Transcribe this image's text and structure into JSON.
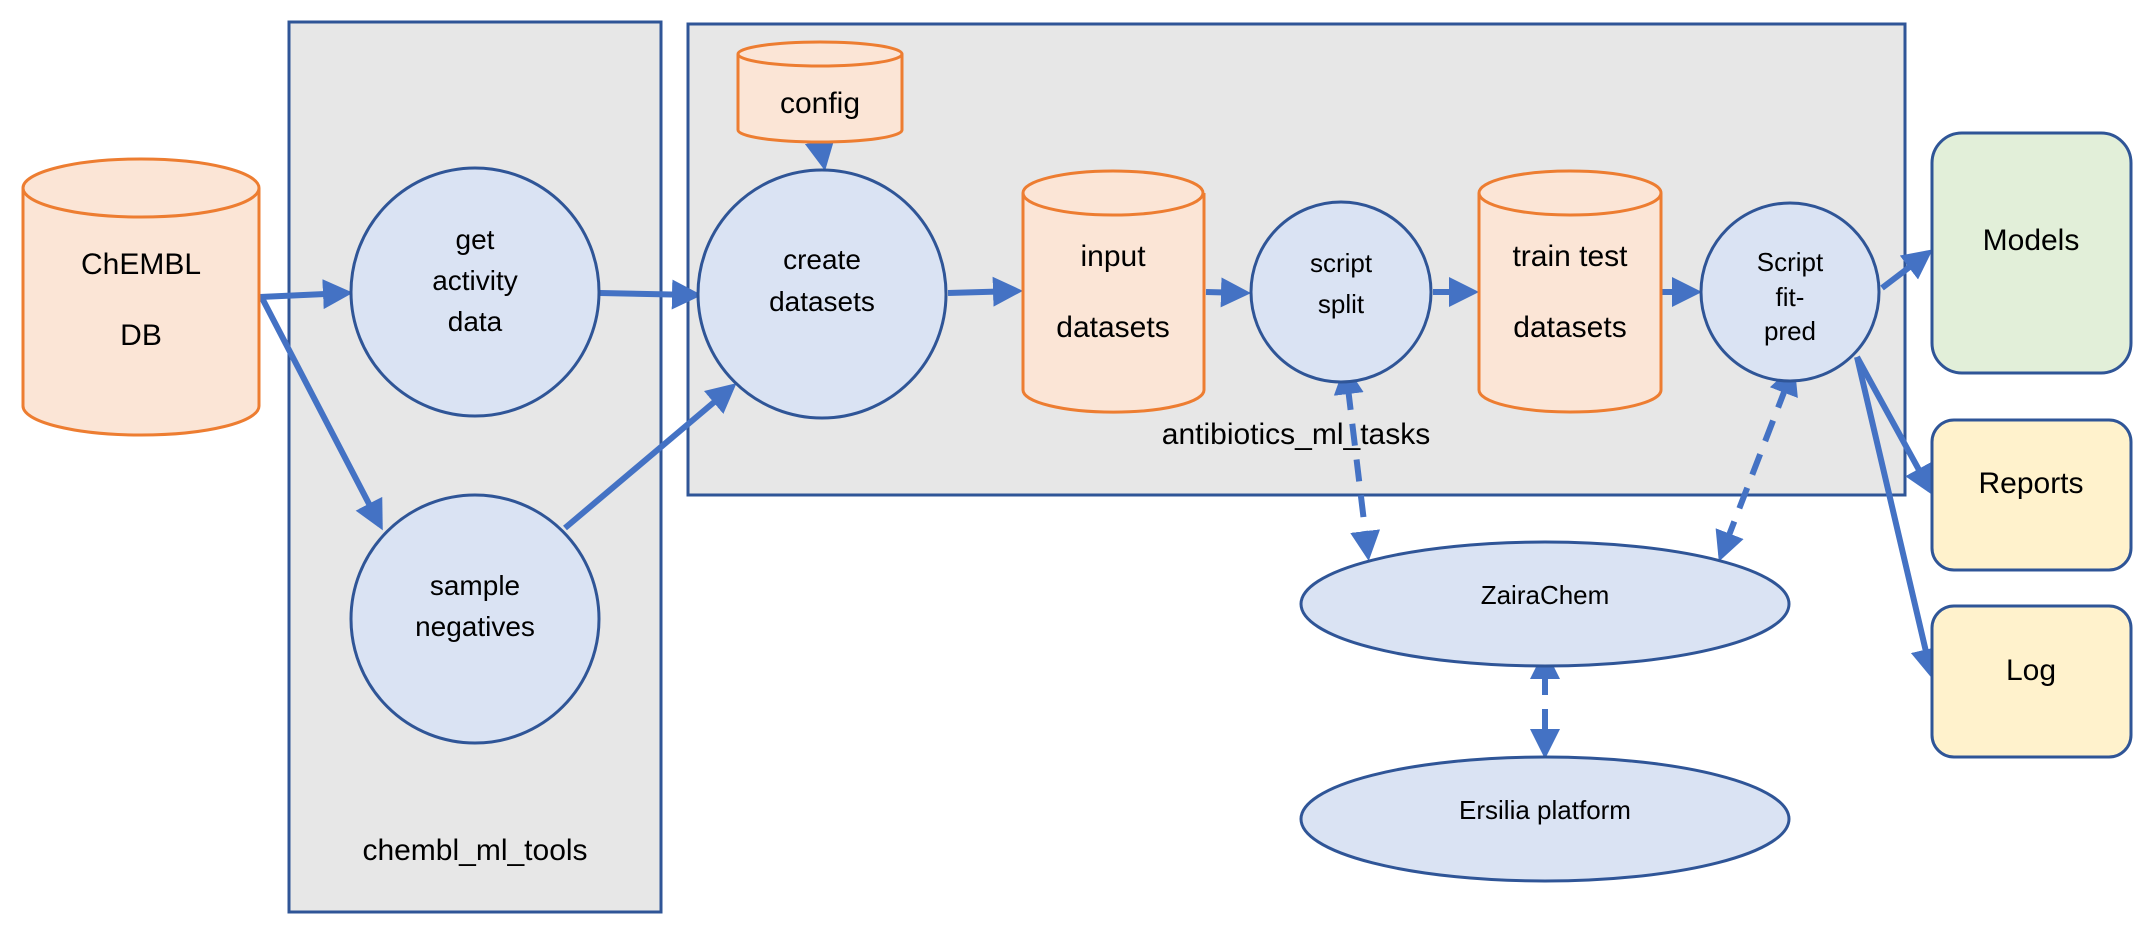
{
  "colors": {
    "container_fill": "#e7e7e7",
    "container_stroke": "#2f5597",
    "process_fill": "#dae3f3",
    "process_stroke": "#2f5597",
    "store_fill": "#fbe5d6",
    "store_stroke": "#ed7d31",
    "arrow": "#4472c4",
    "models_fill": "#e2efd9",
    "output_fill": "#fff2cc",
    "output_stroke": "#2f5597"
  },
  "containers": {
    "chembl_ml_tools": "chembl_ml_tools",
    "antibiotics_ml_tasks": "antibiotics_ml_tasks"
  },
  "stores": {
    "chembl_db": [
      "ChEMBL",
      "DB"
    ],
    "config": [
      "config"
    ],
    "input_datasets": [
      "input",
      "datasets"
    ],
    "train_test_datasets": [
      "train test",
      "datasets"
    ]
  },
  "processes": {
    "get_activity_data": [
      "get",
      "activity",
      "data"
    ],
    "sample_negatives": [
      "sample",
      "negatives"
    ],
    "create_datasets": [
      "create",
      "datasets"
    ],
    "script_split": [
      "script",
      "split"
    ],
    "script_fit_pred": [
      "Script",
      "fit-",
      "pred"
    ]
  },
  "platforms": {
    "zairachem": "ZairaChem",
    "ersilia": "Ersilia platform"
  },
  "outputs": {
    "models": "Models",
    "reports": "Reports",
    "log": "Log"
  }
}
